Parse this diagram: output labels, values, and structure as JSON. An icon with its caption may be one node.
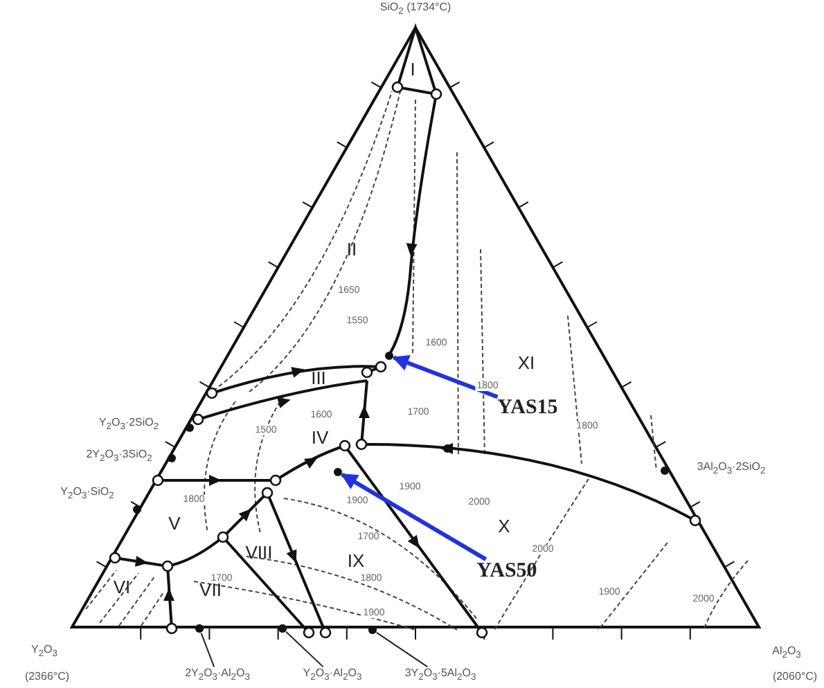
{
  "diagram": {
    "nodes": [
      {
        "text": [
          "YAS15"
        ]
      },
      {
        "text": [],
        "shape": "circle"
      },
      {
        "text": [
          "YAS50"
        ]
      },
      {
        "text": [],
        "shape": "circle"
      },
      {
        "text": [
          "2Y$_{2}$O$_{3}$·Al$_{2}$O$_{3}$"
        ]
      },
      {
        "text": [],
        "shape": "circle"
      },
      {
        "text": [
          "Y$_{2}$O$_{3}$·Al$_{2}$O$_{3}$"
        ]
      },
      {
        "text": [],
        "shape": "circle"
      },
      {
        "text": [
          "3Y$_{2}$O$_{3}$·5Al$_{2}$O$_{3}$"
        ]
      },
      {
        "text": [],
        "shape": "circle"
      }
    ],
    "edges": [
      {
        "from": 0,
        "to": 1,
        "arrow": "to",
        "style": "thick",
        "color": "#2233dd"
      },
      {
        "from": 2,
        "to": 3,
        "arrow": "to",
        "style": "thick",
        "color": "#2233dd"
      },
      {
        "from": 4,
        "to": 5,
        "arrow": "none"
      },
      {
        "from": 6,
        "to": 7,
        "arrow": "none"
      },
      {
        "from": 8,
        "to": 9,
        "arrow": "none"
      }
    ],
    "labels": [
      "SiO$_{2}$ (1734°C)",
      "I",
      "II",
      "1650",
      "1550",
      "1600",
      "XI",
      "III",
      "1800",
      "1700",
      "1500",
      "1600",
      "Y$_{2}$O$_{3}$·2SiO$_{2}$",
      "1800",
      "IV",
      "2Y$_{2}$O$_{3}$·3SiO$_{2}$",
      "Y$_{2}$O$_{3}$·SiO$_{2}$",
      "3Al$_{2}$O$_{3}$·2SiO$_{2}$",
      "1900",
      "1800",
      "1900",
      "2000",
      "V",
      "X",
      "1700",
      "2000",
      "VIII",
      "IX",
      "1700",
      "1800",
      "VI",
      "VII",
      "1900",
      "2000",
      "1900",
      "Y$_{2}$O$_{3}$",
      "Al$_{2}$O$_{3}$",
      "(2366°C)",
      "(2060°C)"
    ]
  }
}
